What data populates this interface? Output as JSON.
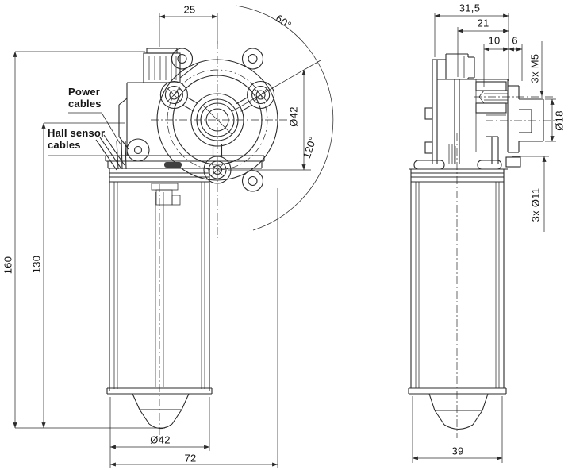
{
  "drawing": {
    "ink_color": "#2b2b2b",
    "description": "Two-view dimensioned technical drawing of a worm gear motor"
  },
  "front_view": {
    "dim_top_offset": "25",
    "dim_angle_top": "60°",
    "dim_bolt_circle": "Ø42",
    "dim_angle_side": "120°",
    "dim_overall_length": "160",
    "dim_motor_length": "130",
    "dim_body_diameter": "Ø42",
    "dim_overall_width": "72",
    "label_power_cables": "Power\ncables",
    "label_hall_cables": "Hall sensor\ncables"
  },
  "side_view": {
    "dim_overall_depth": "31,5",
    "dim_gearbox_depth": "21",
    "dim_boss_depth": "10",
    "dim_boss_offset": "6",
    "dim_mount_thread": "3x M5",
    "dim_shaft_diameter": "Ø18",
    "dim_boss_holes": "3x Ø11",
    "dim_body_width": "39"
  }
}
